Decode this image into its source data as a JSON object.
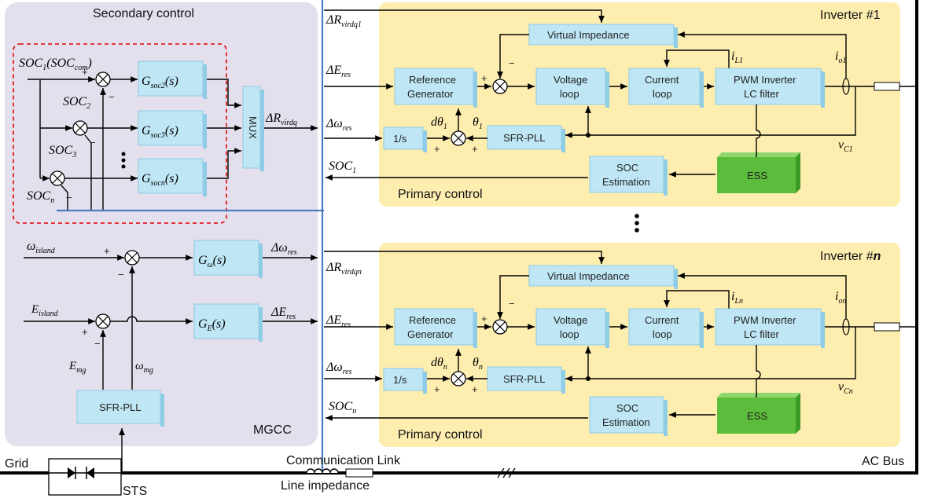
{
  "secondary": {
    "title": "Secondary control",
    "mgcc": "MGCC",
    "soc1": "SOC",
    "soc_com": "SOC",
    "soc2": "SOC",
    "soc3": "SOC",
    "socn": "SOC",
    "g_soc2": "G",
    "g_soc3": "G",
    "g_socn": "G",
    "mux": "MUX",
    "delta_rv": "ΔR",
    "omega_island": "ω",
    "e_island": "E",
    "g_omega": "G",
    "g_e": "G",
    "delta_omega": "Δω",
    "delta_e": "ΔE",
    "e_mg": "E",
    "omega_mg": "ω",
    "sfr_pll": "SFR-PLL"
  },
  "inverter1": {
    "title": "Inverter #1",
    "delta_r": "ΔR",
    "delta_e": "ΔE",
    "delta_omega": "Δω",
    "soc": "SOC",
    "virtual_impedance": "Virtual Impedance",
    "reference_generator_1": "Reference",
    "reference_generator_2": "Generator",
    "voltage_loop_1": "Voltage",
    "voltage_loop_2": "loop",
    "current_loop_1": "Current",
    "current_loop_2": "loop",
    "pwm_1": "PWM Inverter",
    "pwm_2": "LC filter",
    "integrator": "1/s",
    "sfr_pll": "SFR-PLL",
    "soc_est_1": "SOC",
    "soc_est_2": "Estimation",
    "ess": "ESS",
    "primary": "Primary control",
    "il": "i",
    "io": "i",
    "vc": "v",
    "dtheta": "dθ",
    "theta": "θ"
  },
  "inverterN": {
    "title": "Inverter #",
    "title_n": "n",
    "delta_r": "ΔR",
    "delta_e": "ΔE",
    "delta_omega": "Δω",
    "soc": "SOC",
    "virtual_impedance": "Virtual Impedance",
    "reference_generator_1": "Reference",
    "reference_generator_2": "Generator",
    "voltage_loop_1": "Voltage",
    "voltage_loop_2": "loop",
    "current_loop_1": "Current",
    "current_loop_2": "loop",
    "pwm_1": "PWM Inverter",
    "pwm_2": "LC filter",
    "integrator": "1/s",
    "sfr_pll": "SFR-PLL",
    "soc_est_1": "SOC",
    "soc_est_2": "Estimation",
    "ess": "ESS",
    "primary": "Primary control",
    "il": "i",
    "io": "i",
    "vc": "v",
    "dtheta": "dθ",
    "theta": "θ"
  },
  "bottom": {
    "grid": "Grid",
    "sts": "STS",
    "comm_link": "Communication Link",
    "line_impedance": "Line impedance",
    "ac_bus": "AC Bus"
  },
  "colors": {
    "secondary_bg": "#e4dfec",
    "primary_bg": "#fdeeb0",
    "block": "#bfe6f5",
    "ess": "#5cbd3c",
    "comm_link": "#4a7cc2",
    "mux_border": "#e02020"
  }
}
